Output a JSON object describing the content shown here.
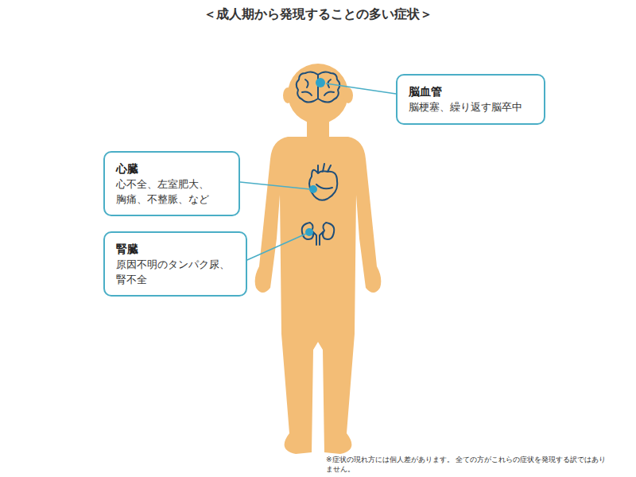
{
  "diagram": {
    "title": "＜成人期から発現することの多い症状＞",
    "nodes": [
      {
        "text": [
          "脳血管",
          "脳梗塞、繰り返す脳卒中"
        ]
      },
      {
        "text": [
          "心臓",
          "心不全、左室肥大、 胸痛、不整脈、など"
        ]
      },
      {
        "text": [
          "腎臓",
          "原因不明のタンパク尿、 腎不全"
        ]
      }
    ],
    "labels": [
      "※症状の現れ方には個人差があります。 全ての方がこれらの症状を発現する訳ではありません。"
    ]
  }
}
